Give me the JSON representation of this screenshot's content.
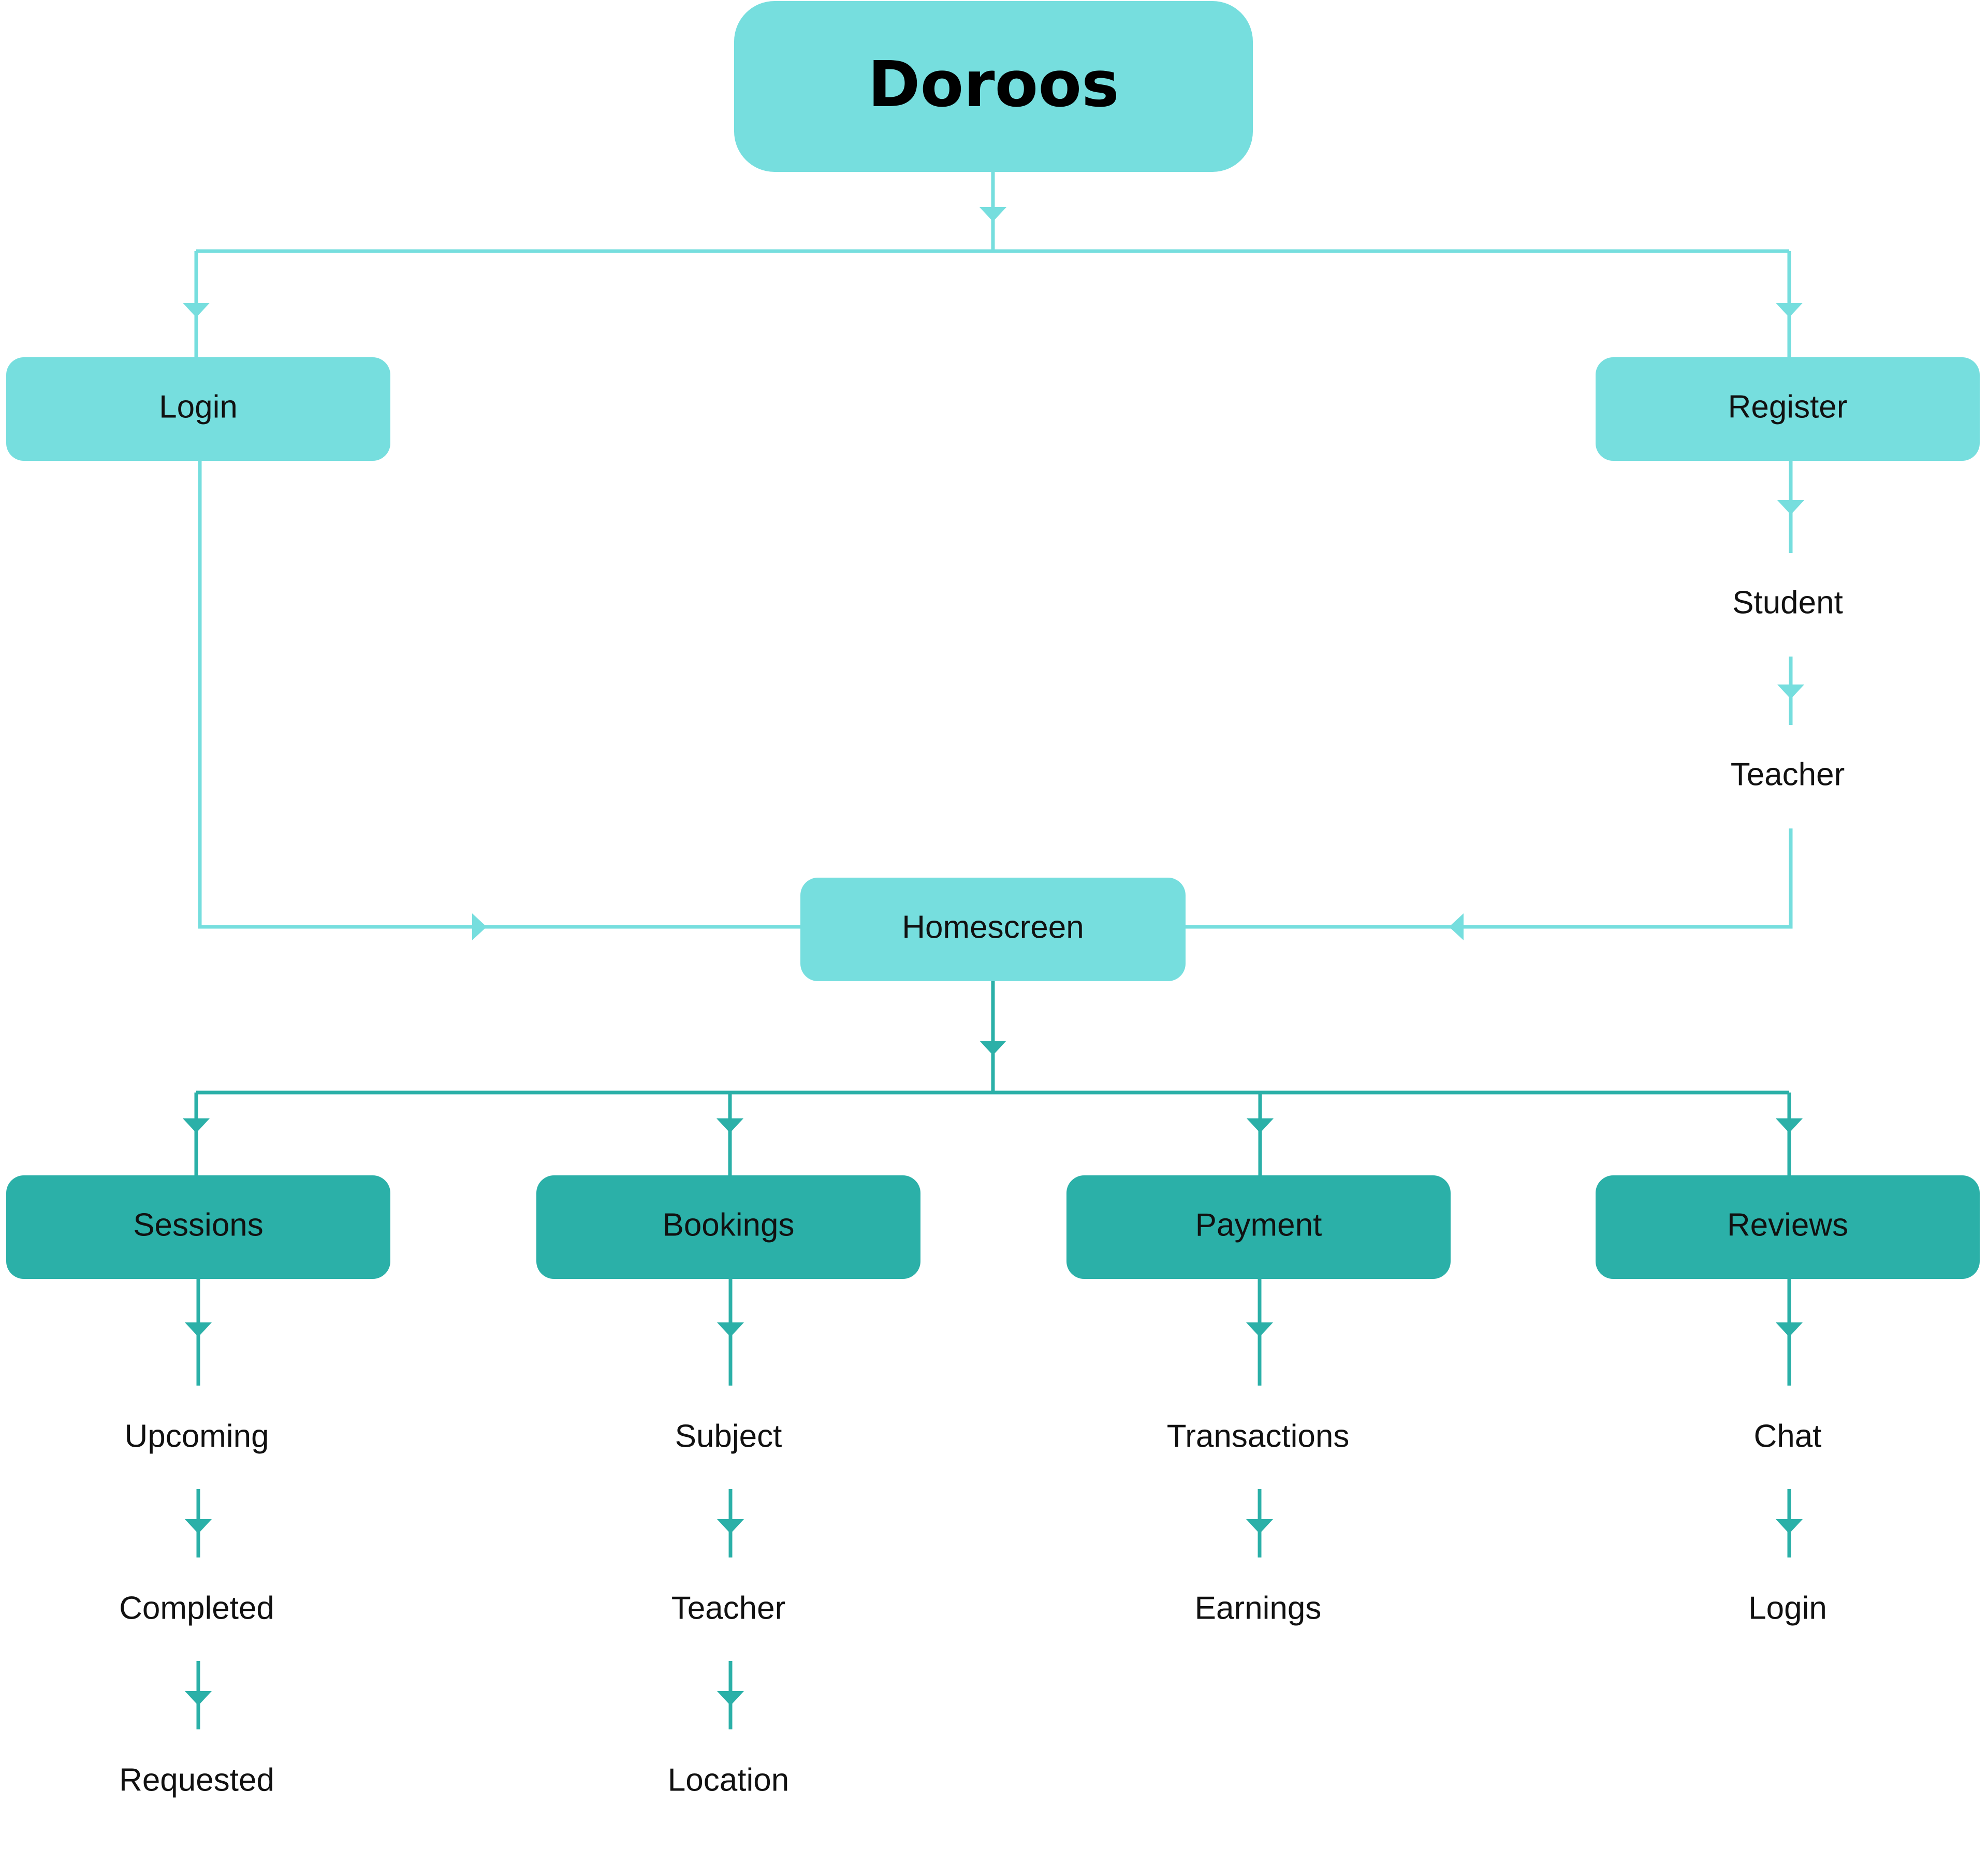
{
  "colors": {
    "light": "#76dede",
    "dark": "#2bb0a8",
    "text": "#111111",
    "background": "#ffffff"
  },
  "title": "Doroos",
  "top_level": {
    "login": "Login",
    "register": "Register"
  },
  "register_options": [
    "Student",
    "Teacher"
  ],
  "homescreen": "Homescreen",
  "sections": [
    {
      "label": "Sessions",
      "items": [
        "Upcoming",
        "Completed",
        "Requested"
      ]
    },
    {
      "label": "Bookings",
      "items": [
        "Subject",
        "Teacher",
        "Location"
      ]
    },
    {
      "label": "Payment",
      "items": [
        "Transactions",
        "Earnings"
      ]
    },
    {
      "label": "Reviews",
      "items": [
        "Chat",
        "Login"
      ]
    }
  ]
}
